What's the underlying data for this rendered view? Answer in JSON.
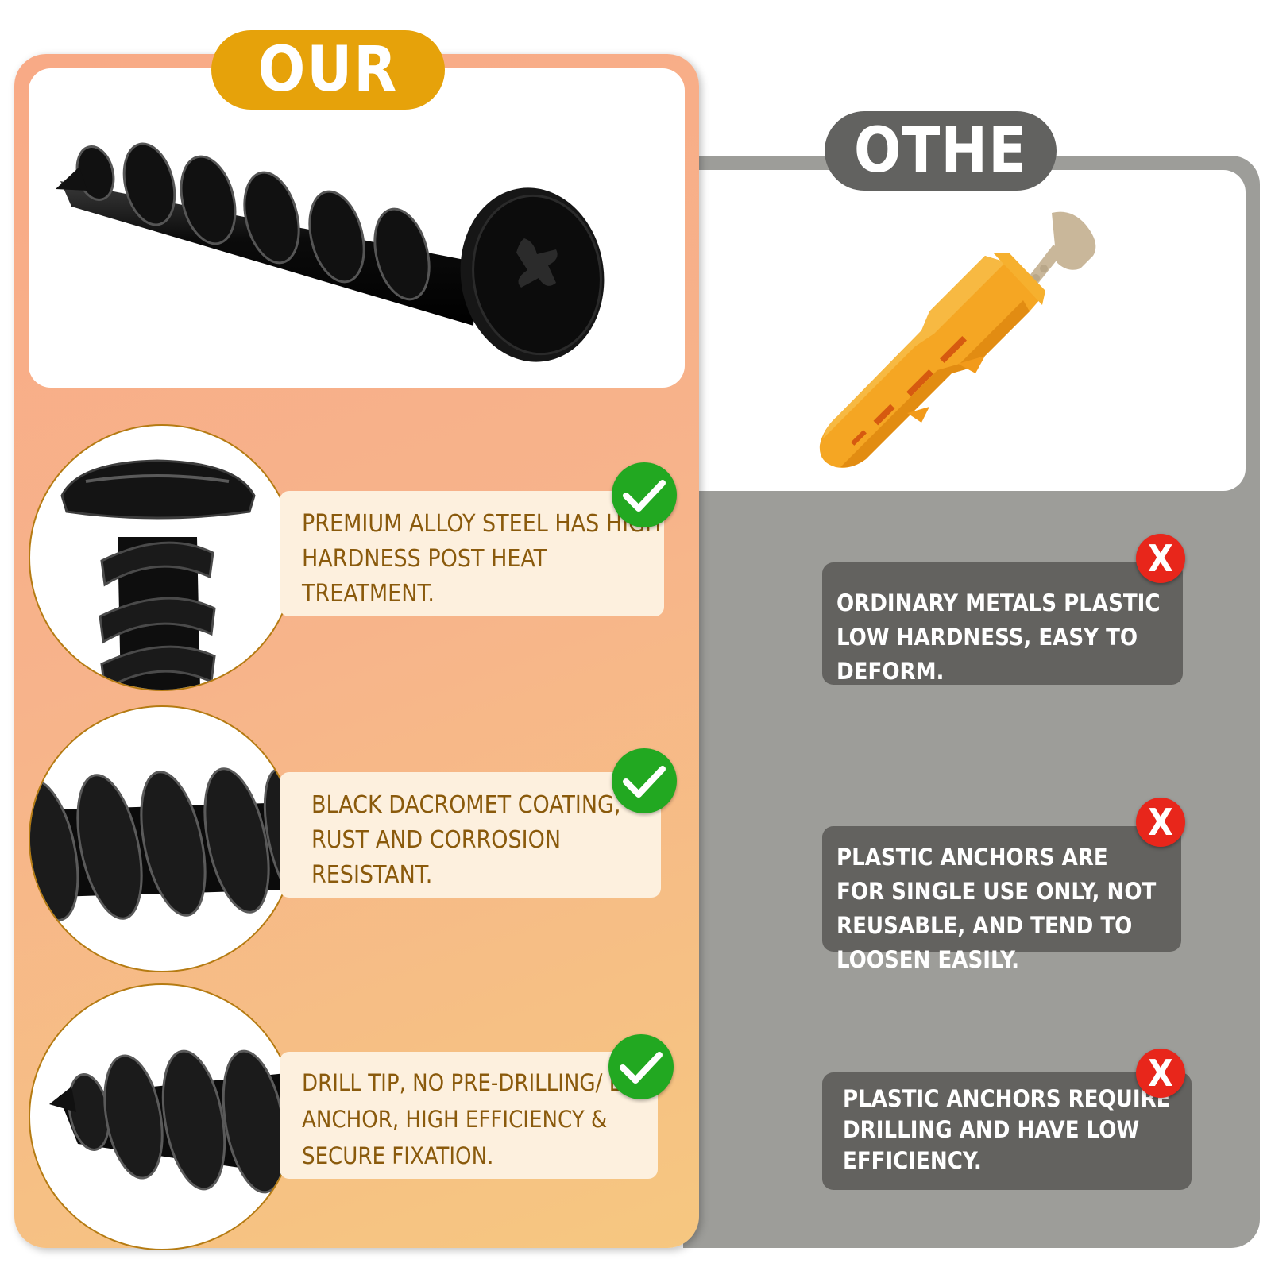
{
  "our": {
    "badge": "OUR",
    "features": [
      {
        "text": "PREMIUM ALLOY STEEL HAS HIGH HARDNESS POST HEAT TREATMENT.",
        "icon": "check-icon"
      },
      {
        "text": "BLACK DACROMET COATING, RUST AND CORROSION RESISTANT.",
        "icon": "check-icon"
      },
      {
        "text": "DRILL TIP, NO PRE-DRILLING/ EXP ANCHOR, HIGH EFFICIENCY & SECURE FIXATION.",
        "icon": "check-icon"
      }
    ]
  },
  "other": {
    "badge": "OTHE",
    "features": [
      {
        "text": "ORDINARY METALS PLASTIC LOW HARDNESS, EASY TO DEFORM.",
        "icon": "x-icon",
        "mark": "X"
      },
      {
        "text": "PLASTIC ANCHORS ARE FOR SINGLE USE ONLY, NOT REUSABLE, AND TEND TO LOOSEN EASILY.",
        "icon": "x-icon",
        "mark": "X"
      },
      {
        "text": "PLASTIC ANCHORS REQUIRE DRILLING AND HAVE LOW EFFICIENCY.",
        "icon": "x-icon",
        "mark": "X"
      }
    ]
  },
  "colors": {
    "our_accent": "#e6a20a",
    "our_text": "#8a5a0c",
    "other_panel": "#9d9d99",
    "other_box": "#63625f",
    "check_green": "#22a821",
    "cross_red": "#e8261b"
  }
}
